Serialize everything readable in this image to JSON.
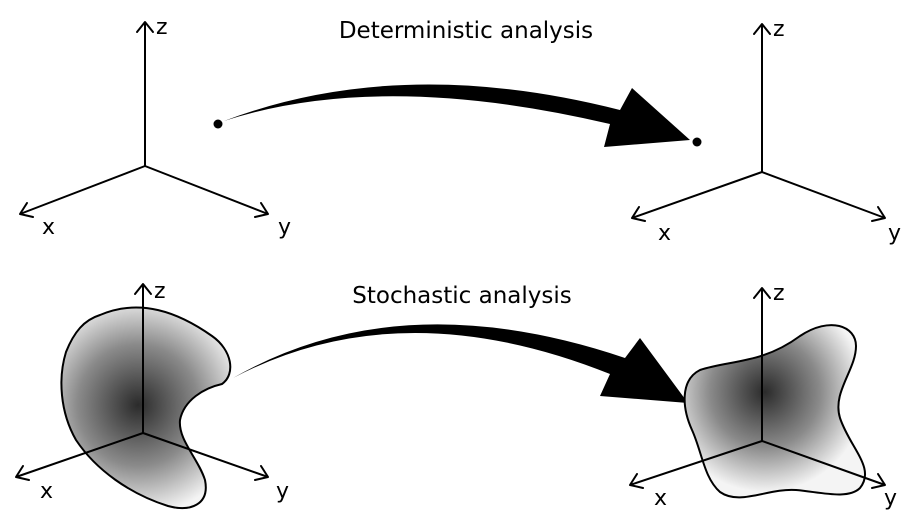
{
  "deterministic": {
    "title": "Deterministic analysis",
    "input_axes": {
      "x": "x",
      "y": "y",
      "z": "z"
    },
    "output_axes": {
      "x": "x",
      "y": "y",
      "z": "z"
    }
  },
  "stochastic": {
    "title": "Stochastic analysis",
    "input_axes": {
      "x": "x",
      "y": "y",
      "z": "z"
    },
    "output_axes": {
      "x": "x",
      "y": "y",
      "z": "z"
    }
  },
  "colors": {
    "ink": "#000000",
    "region_center": "#2b2b2b",
    "region_edge": "#f4f4f4"
  }
}
